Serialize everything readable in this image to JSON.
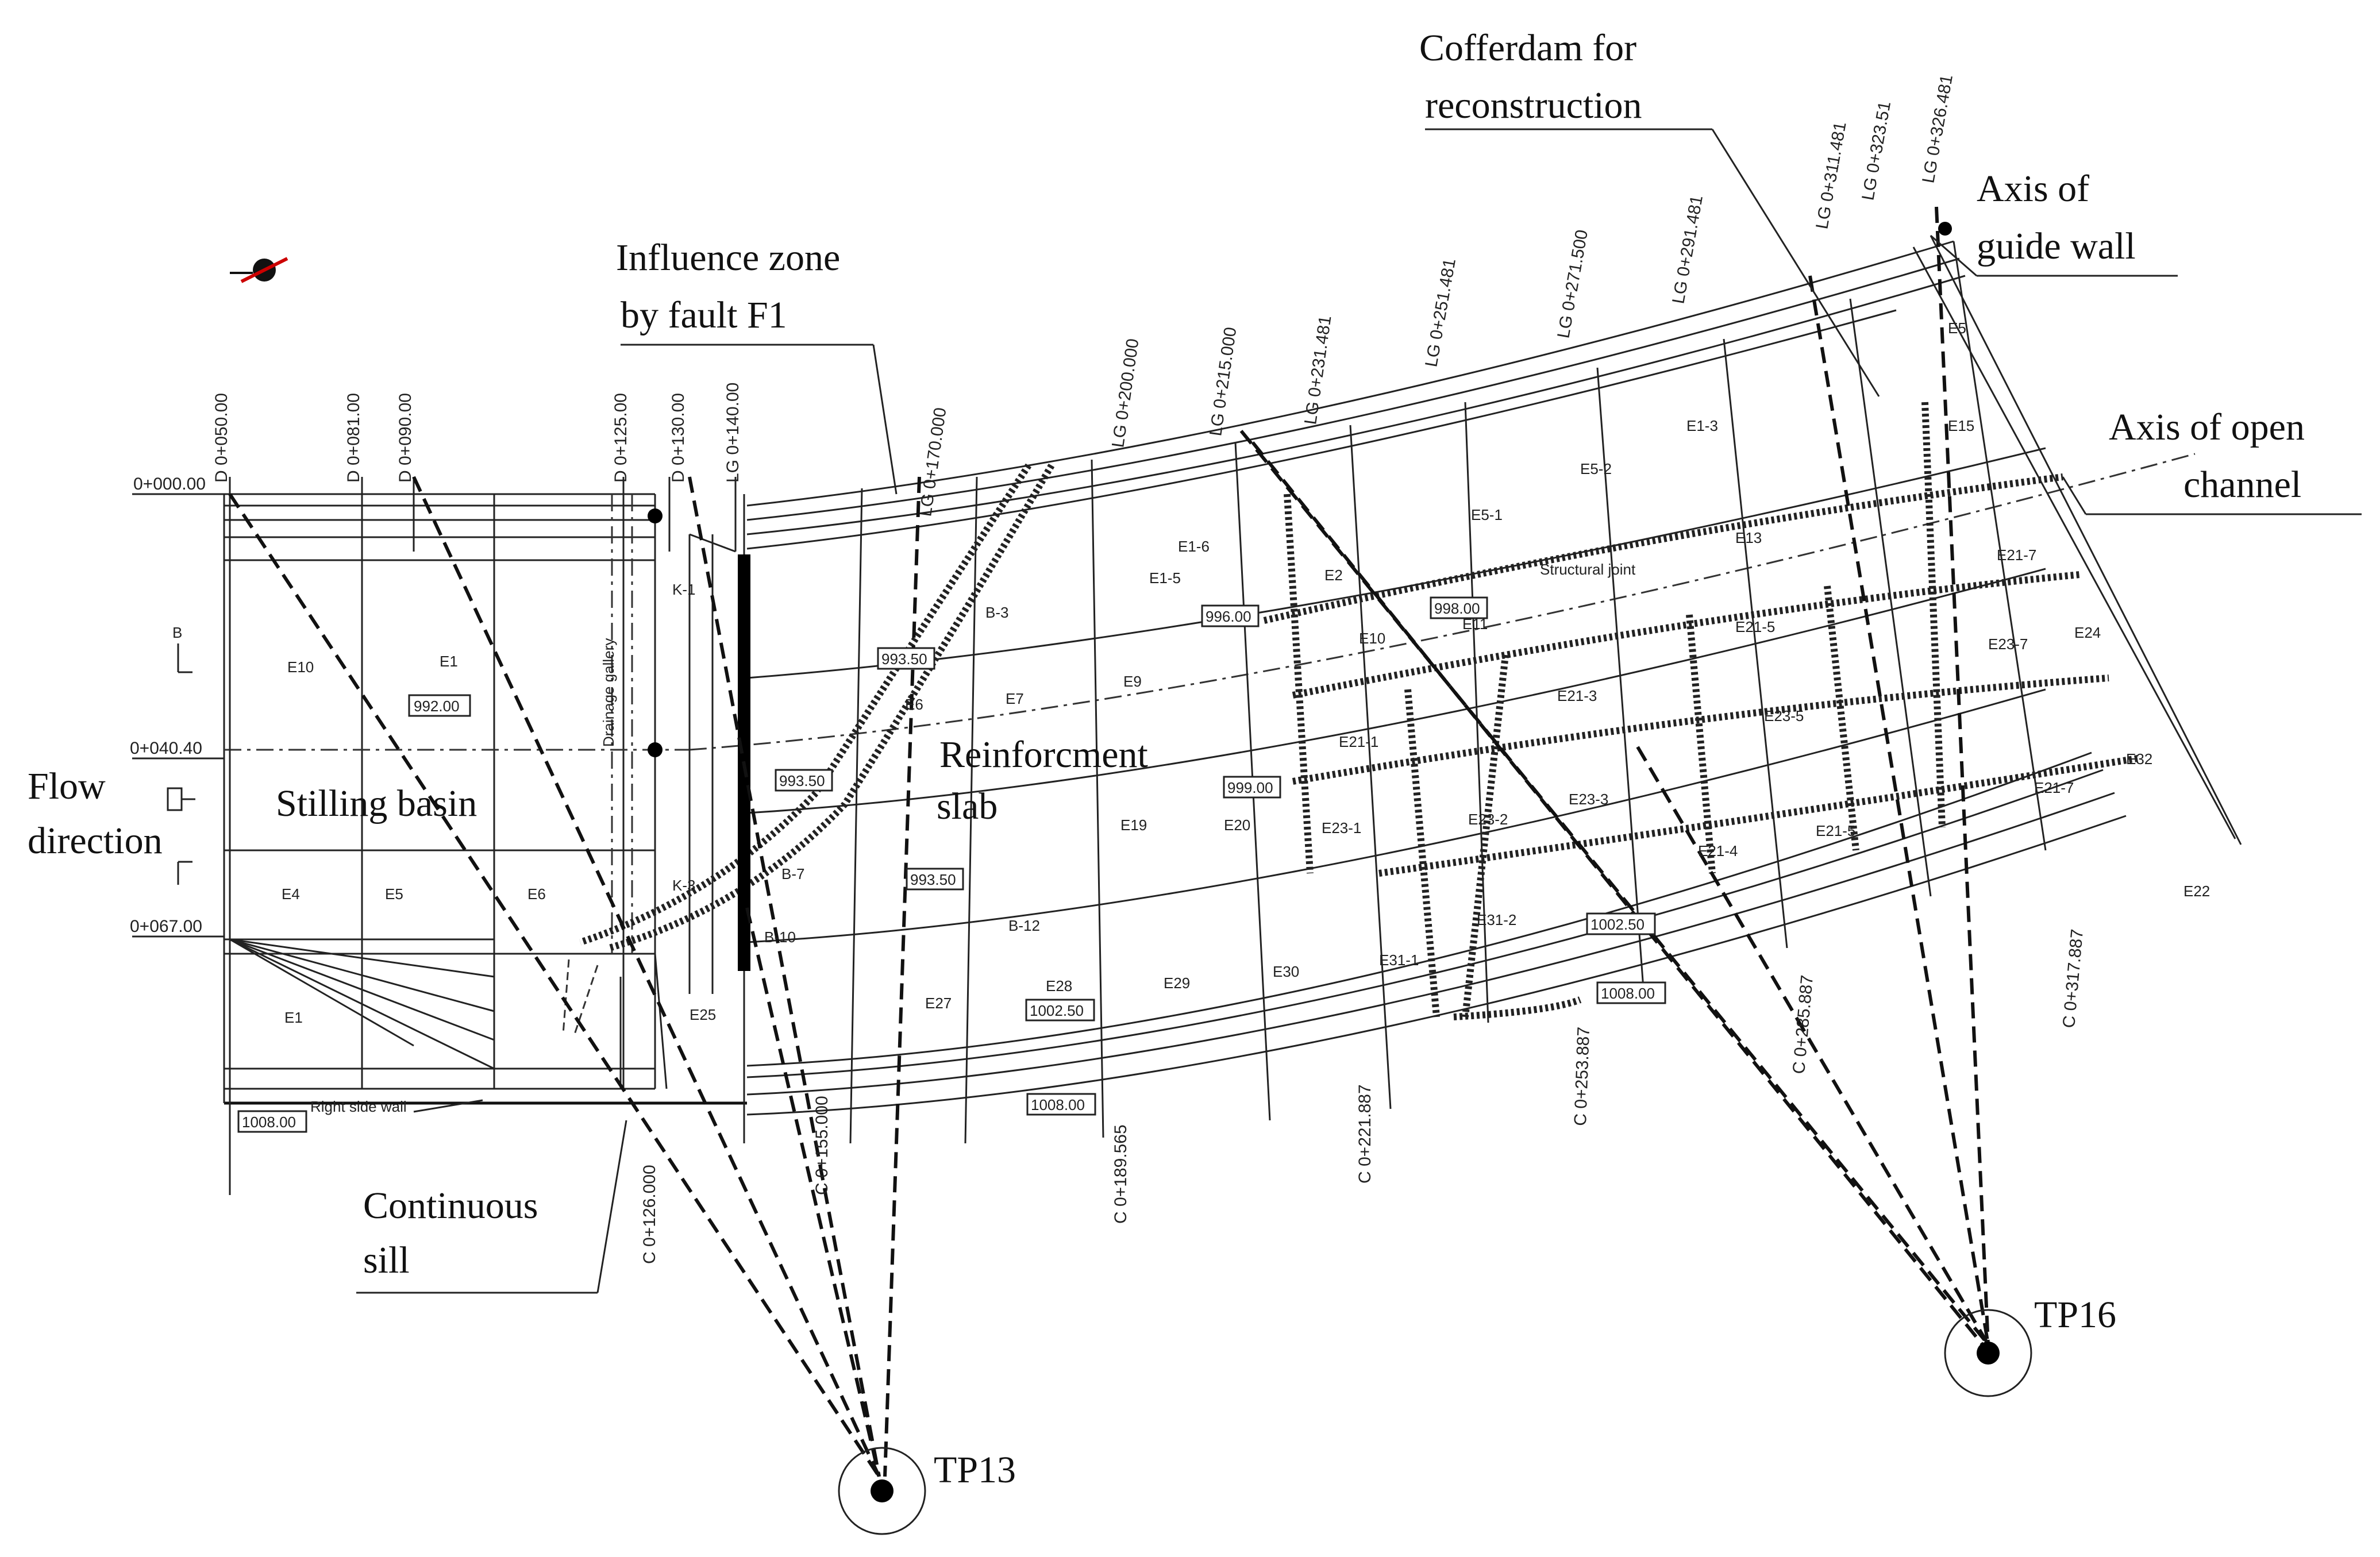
{
  "labels": {
    "cofferdam_line1": "Cofferdam for",
    "cofferdam_line2": "reconstruction",
    "axis_guide_line1": "Axis of",
    "axis_guide_line2": "guide wall",
    "influence_line1": "Influence zone",
    "influence_line2": "by fault F1",
    "axis_channel_line1": "Axis of open",
    "axis_channel_line2": "channel",
    "flow_line1": "Flow",
    "flow_line2": "direction",
    "stilling_basin": "Stilling basin",
    "reinforcement_line1": "Reinforcment",
    "reinforcement_line2": "slab",
    "continuous_line1": "Continuous",
    "continuous_line2": "sill",
    "tp13": "TP13",
    "tp16": "TP16",
    "structural_joint": "Structural joint",
    "right_side_wall": "Right side wall",
    "drainage_gallery": "Drainage gallery"
  },
  "left_stations": {
    "s0": "0+000.00",
    "s1": "0+040.40",
    "s2": "0+067.00"
  },
  "top_chainages": {
    "d50": "D 0+050.00",
    "d81": "D 0+081.00",
    "d90": "D 0+090.00",
    "d125": "D 0+125.00",
    "d130": "D 0+130.00",
    "lg140": "LG 0+140.00",
    "lg170": "LG 0+170.000",
    "lg200": "LG 0+200.000",
    "lg215": "LG 0+215.000",
    "lg231": "LG 0+231.481",
    "lg251": "LG 0+251.481",
    "lg271": "LG 0+271.500",
    "lg291": "LG 0+291.481",
    "lg311": "LG 0+311.481",
    "lg323": "LG 0+323.51",
    "lg326": "LG 0+326.481"
  },
  "bottom_chainages": {
    "c126": "C 0+126.000",
    "c155": "C 0+155.000",
    "c189": "C 0+189.565",
    "c221": "C 0+221.887",
    "c253": "C 0+253.887",
    "c285": "C 0+285.887",
    "c317": "C 0+317.887"
  },
  "elevations": {
    "e1": "992.00",
    "e2": "993.50",
    "e3": "993.50",
    "e4": "993.50",
    "e5": "996.00",
    "e6": "999.00",
    "e7": "998.00",
    "e8": "1002.50",
    "e9": "1002.50",
    "e10": "1008.00",
    "e11": "1008.00",
    "e12": "1008.00"
  },
  "blocks": {
    "b1": "E10",
    "b2": "E1",
    "b3": "E4",
    "b4": "E5",
    "b5": "E6",
    "b6": "E1",
    "b7": "B-3",
    "b8": "E6",
    "b9": "E7",
    "b10": "E1-5",
    "b11": "E1-6",
    "b12": "E9",
    "b13": "E10",
    "b14": "E11",
    "b15": "E5-1",
    "b16": "E5-2",
    "b17": "E1-3",
    "b18": "E13",
    "b19": "E15",
    "b20": "E5",
    "b21": "E2",
    "b22": "E21-1",
    "b23": "E21-3",
    "b24": "E21-5",
    "b25": "E21-7",
    "b26": "E23-5",
    "b27": "E23-7",
    "b28": "E24",
    "b29": "E23-1",
    "b30": "E23-2",
    "b31": "E23-3",
    "b32": "E21-4",
    "b33": "E21-5",
    "b34": "E21-7",
    "b35": "E32",
    "b36": "E31-1",
    "b37": "E31-2",
    "b38": "E30",
    "b39": "E29",
    "b40": "E28",
    "b41": "E27",
    "b42": "E25",
    "b43": "B-7",
    "b44": "B-10",
    "b45": "B-12",
    "b46": "E19",
    "b47": "E20",
    "b48": "K-1",
    "b49": "K-3",
    "b50": "B",
    "b51": "E22"
  }
}
